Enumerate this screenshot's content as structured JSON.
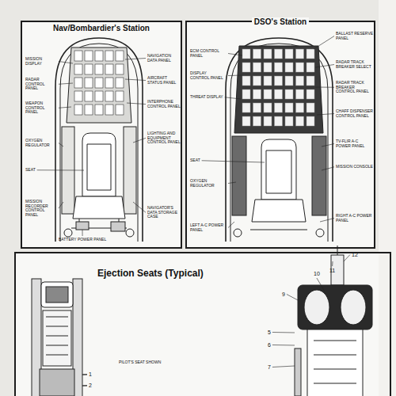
{
  "diagram": {
    "nodes": [
      {
        "text": [
          "Nav/Bombardier's Station"
        ]
      },
      {
        "text": [
          "DSO's Station"
        ]
      },
      {
        "text": [
          "Ejection Seats (Typical)"
        ]
      }
    ],
    "labels": [
      "MISSION DISPLAY",
      "RADAR CONTROL PANEL",
      "WEAPON CONTROL PANEL",
      "OXYGEN REGULATOR",
      "SEAT",
      "MISSION RECORDER CONTROL PANEL",
      "BATTERY POWER PANEL",
      "NAVIGATION DATA PANEL",
      "AIRCRAFT STATUS PANEL",
      "INTERPHONE CONTROL PANEL",
      "LIGHTING AND EQUIPMENT CONTROL PANEL",
      "NAVIGATOR'S DATA STORAGE CASE",
      "BALLAST RESERVE PANEL",
      "ECM CONTROL PANEL",
      "DISPLAY CONTROL PANEL",
      "THREAT DISPLAY",
      "SEAT",
      "OXYGEN REGULATOR",
      "LEFT A-C POWER PANEL",
      "RADAR TRACK BREAKER SELECT",
      "RADAR TRACK BREAKER CONTROL PANEL",
      "CHAFF DISPENSER CONTROL PANEL",
      "TV-FLIR A-C POWER PANEL",
      "MISSION CONSOLE",
      "RIGHT A-C POWER PANEL",
      "PILOT'S SEAT SHOWN",
      "1",
      "2",
      "5",
      "6",
      "7",
      "9",
      "10",
      "11",
      "12"
    ]
  }
}
